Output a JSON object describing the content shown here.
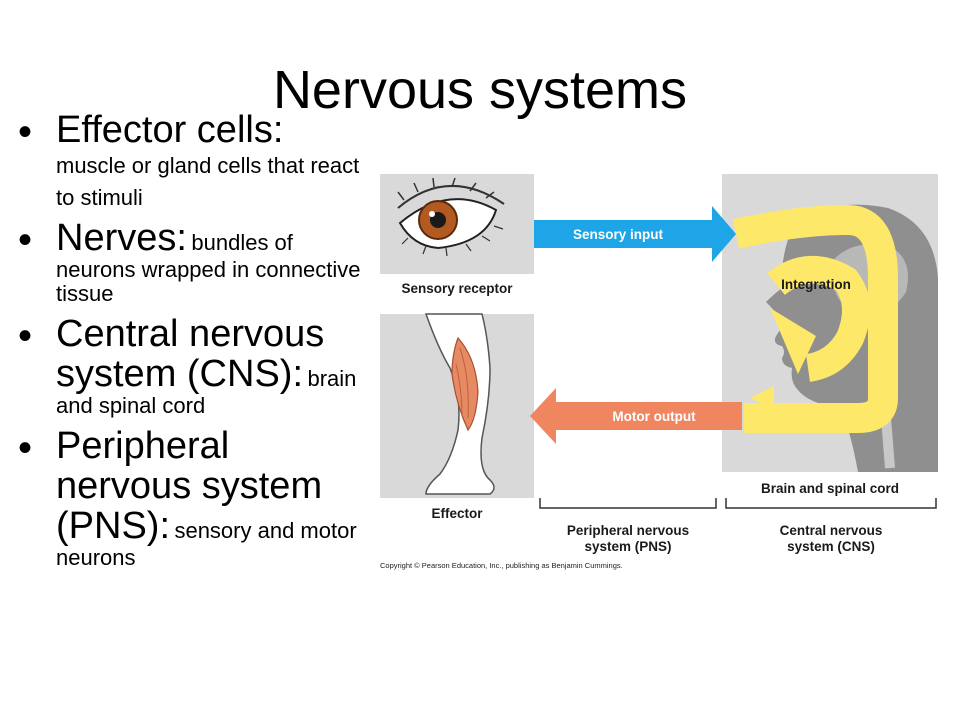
{
  "slide": {
    "title": "Nervous systems",
    "bullets": [
      {
        "term": "Effector cells:",
        "desc": "muscle or gland cells that react to stimuli"
      },
      {
        "term": "Nerves:",
        "desc": "bundles of neurons wrapped in connective tissue"
      },
      {
        "term": "Central nervous system (CNS):",
        "desc": "brain and spinal cord"
      },
      {
        "term": "Peripheral nervous system (PNS):",
        "desc": "sensory and motor neurons"
      }
    ]
  },
  "diagram": {
    "sensory_receptor": "Sensory receptor",
    "sensory_input": "Sensory input",
    "integration": "Integration",
    "motor_output": "Motor output",
    "effector": "Effector",
    "brain_spinal": "Brain and spinal cord",
    "pns_line1": "Peripheral nervous",
    "pns_line2": "system (PNS)",
    "cns_line1": "Central nervous",
    "cns_line2": "system (CNS)",
    "copyright": "Copyright © Pearson Education, Inc., publishing as Benjamin Cummings.",
    "colors": {
      "sensory_arrow": "#1ea5e8",
      "motor_arrow": "#f08660",
      "integration_loop": "#fde86a",
      "panel_bg": "#d9d9d9",
      "head_silhouette": "#8f8f8f"
    }
  }
}
